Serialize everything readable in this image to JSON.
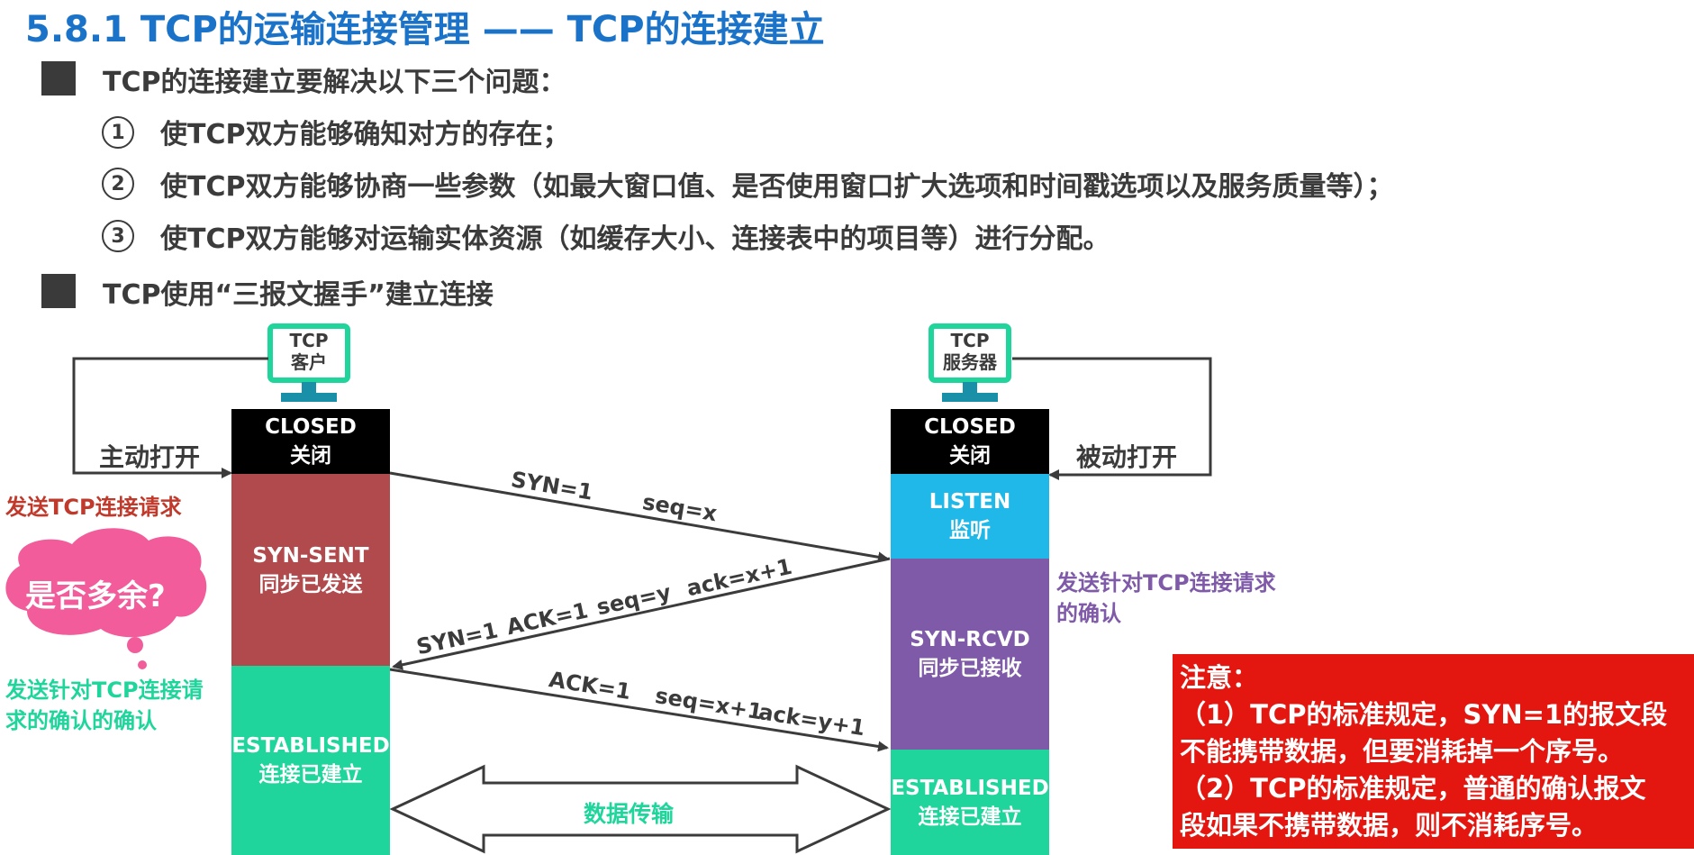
{
  "title": "5.8.1 TCP的运输连接管理 —— TCP的连接建立",
  "bullets": [
    "TCP的连接建立要解决以下三个问题：",
    "TCP使用“三报文握手”建立连接"
  ],
  "sub_items": [
    {
      "num": "1",
      "text": "使TCP双方能够确知对方的存在；"
    },
    {
      "num": "2",
      "text": "使TCP双方能够协商一些参数（如最大窗口值、是否使用窗口扩大选项和时间戳选项以及服务质量等）；"
    },
    {
      "num": "3",
      "text": "使TCP双方能够对运输实体资源（如缓存大小、连接表中的项目等）进行分配。"
    }
  ],
  "client": {
    "line1": "TCP",
    "line2": "客户",
    "open_label": "主动打开",
    "states": [
      {
        "en": "CLOSED",
        "zh": "关闭",
        "color": "#000000"
      },
      {
        "en": "SYN-SENT",
        "zh": "同步已发送",
        "color": "#b04a4d"
      },
      {
        "en": "ESTABLISHED",
        "zh": "连接已建立",
        "color": "#1fd59b"
      }
    ]
  },
  "server": {
    "line1": "TCP",
    "line2": "服务器",
    "open_label": "被动打开",
    "states": [
      {
        "en": "CLOSED",
        "zh": "关闭",
        "color": "#000000"
      },
      {
        "en": "LISTEN",
        "zh": "监听",
        "color": "#1fb8e8"
      },
      {
        "en": "SYN-RCVD",
        "zh": "同步已接收",
        "color": "#7f5aa8"
      },
      {
        "en": "ESTABLISHED",
        "zh": "连接已建立",
        "color": "#1fd59b"
      }
    ]
  },
  "messages": {
    "m1": {
      "syn": "SYN=1",
      "seq": "seq=x"
    },
    "m2": {
      "syn": "SYN=1",
      "ack": "ACK=1",
      "seq": "seq=y",
      "acknum": "ack=x+1"
    },
    "m3": {
      "ack": "ACK=1",
      "seq": "seq=x+1",
      "acknum": "ack=y+1"
    }
  },
  "side_notes": {
    "send_request": "发送TCP连接请求",
    "send_ack_confirm_1": "发送针对TCP连接请",
    "send_ack_confirm_2": "求的确认的确认",
    "server_ack_1": "发送针对TCP连接请求",
    "server_ack_2": "的确认",
    "bubble": "是否多余?",
    "data_transfer": "数据传输"
  },
  "note": {
    "heading": "注意：",
    "lines": [
      "（1）TCP的标准规定，SYN=1的报文段",
      "不能携带数据，但要消耗掉一个序号。",
      "（2）TCP的标准规定，普通的确认报文",
      "段如果不携带数据，则不消耗序号。"
    ]
  },
  "colors": {
    "title": "#1a73c8",
    "red_label": "#c0392b",
    "green_label": "#1fd59b",
    "purple_label": "#7f5aa8",
    "bubble": "#f25c9a",
    "note_bg": "#e3170f",
    "monitor": "#1fd59b"
  }
}
